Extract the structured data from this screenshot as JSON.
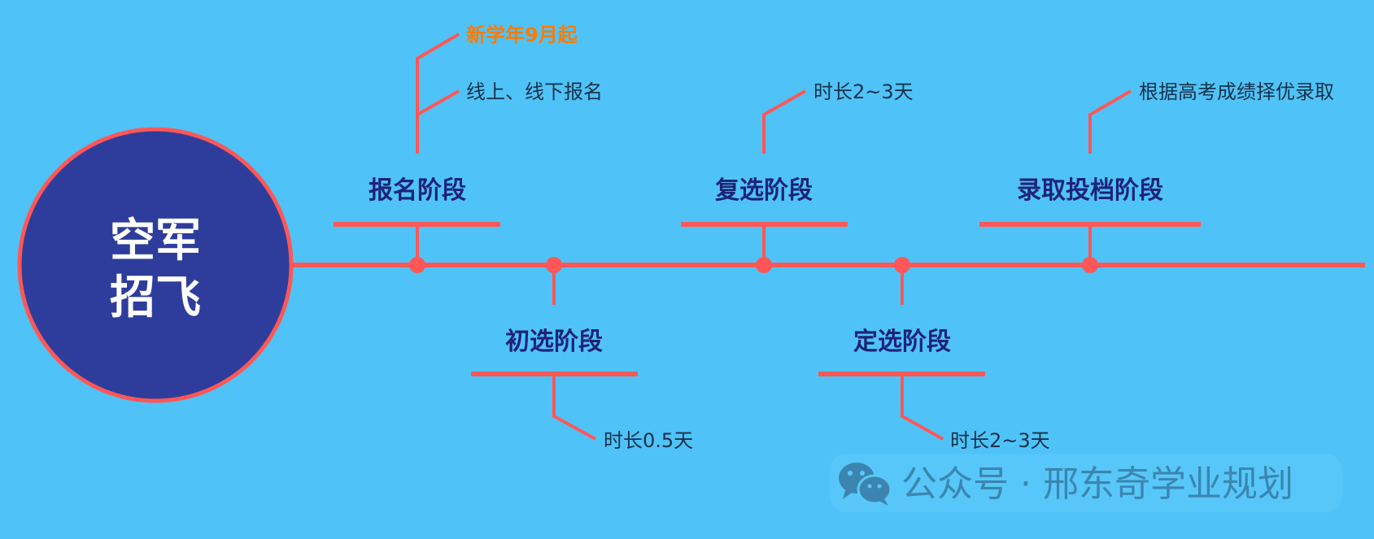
{
  "hub": {
    "line1": "空军",
    "line2": "招飞"
  },
  "stages": [
    {
      "title": "报名阶段",
      "notes": [
        "新学年9月起",
        "线上、线下报名"
      ]
    },
    {
      "title": "初选阶段",
      "notes": [
        "时长0.5天"
      ]
    },
    {
      "title": "复选阶段",
      "notes": [
        "时长2~3天"
      ]
    },
    {
      "title": "定选阶段",
      "notes": [
        "时长2~3天"
      ]
    },
    {
      "title": "录取投档阶段",
      "notes": [
        "根据高考成绩择优录取"
      ]
    }
  ],
  "watermark": {
    "text": "公众号 · 邢东奇学业规划",
    "icon": "wechat-icon"
  },
  "colors": {
    "background": "#4fc3f7",
    "line": "#ff5757",
    "hub_fill": "#2e3d9c",
    "highlight": "#ff7a00",
    "stage_title": "#1d2377"
  }
}
